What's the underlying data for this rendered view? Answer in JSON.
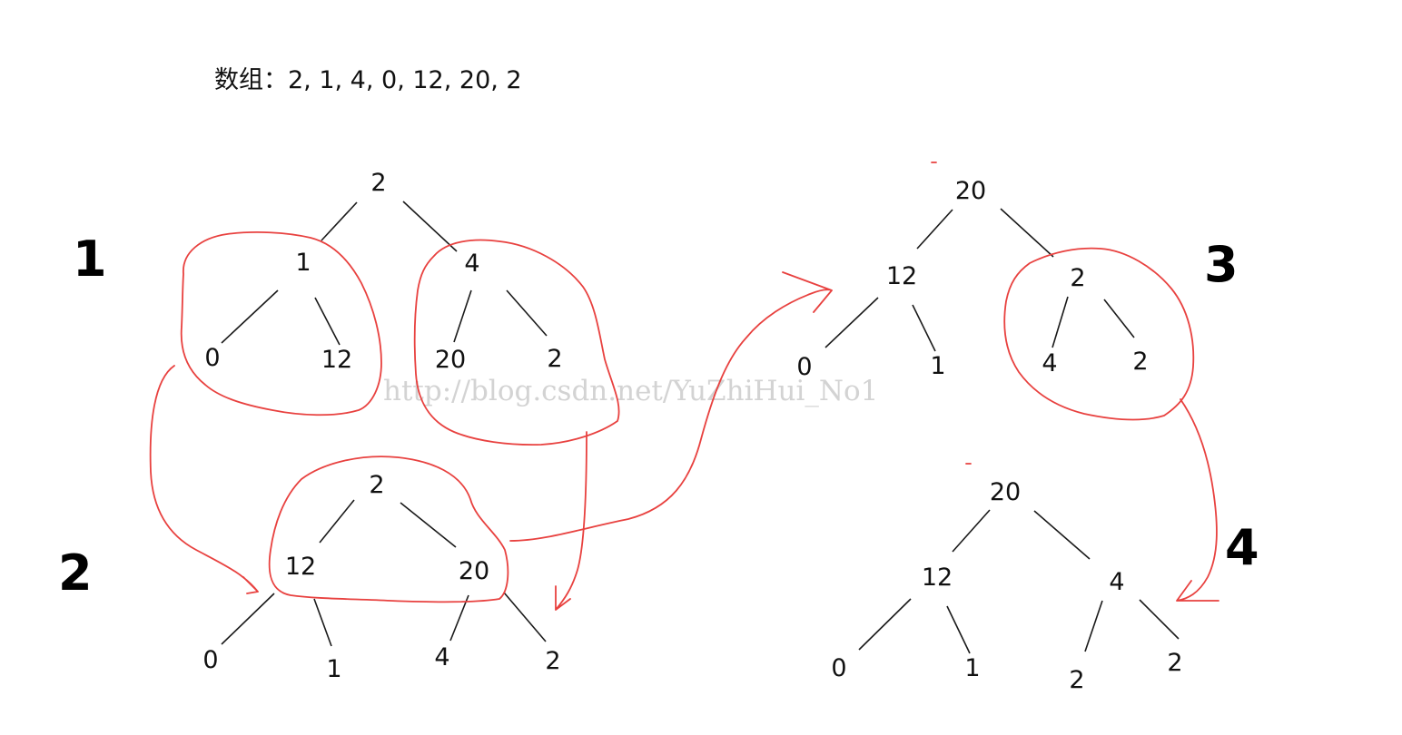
{
  "title": "数组：2, 1, 4, 0, 12, 20, 2",
  "watermark": "http://blog.csdn.net/YuZhiHui_No1",
  "steps": {
    "s1": "1",
    "s2": "2",
    "s3": "3",
    "s4": "4"
  },
  "tree1": {
    "root": "2",
    "left": "1",
    "right": "4",
    "left_left": "0",
    "left_right": "12",
    "right_left": "20",
    "right_right": "2"
  },
  "tree2": {
    "root": "2",
    "left": "12",
    "right": "20",
    "left_left": "0",
    "left_right": "1",
    "right_left": "4",
    "right_right": "2"
  },
  "tree3": {
    "root": "20",
    "left": "12",
    "right": "2",
    "left_left": "0",
    "left_right": "1",
    "right_left": "4",
    "right_right": "2"
  },
  "tree4": {
    "root": "20",
    "left": "12",
    "right": "4",
    "left_left": "0",
    "left_right": "1",
    "right_left": "2",
    "right_right": "2"
  },
  "colors": {
    "annotation": "#e8413f",
    "edges": "#1a1a1a",
    "watermark": "#d3d3d3"
  }
}
